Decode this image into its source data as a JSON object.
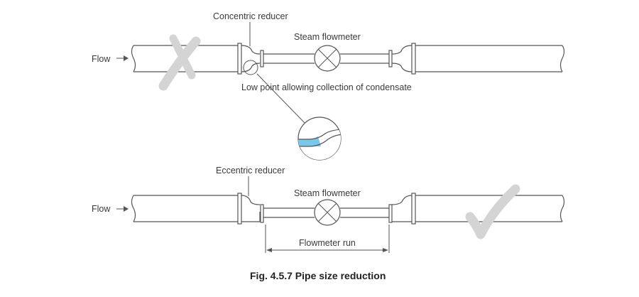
{
  "top_diagram": {
    "flow_label": "Flow",
    "reducer_label": "Concentric reducer",
    "meter_label": "Steam flowmeter",
    "low_point_label": "Low point allowing collection of condensate",
    "verdict_icon": "cross-icon"
  },
  "bottom_diagram": {
    "flow_label": "Flow",
    "reducer_label": "Eccentric reducer",
    "meter_label": "Steam flowmeter",
    "run_label": "Flowmeter run",
    "verdict_icon": "check-icon"
  },
  "caption": "Fig. 4.5.7 Pipe size reduction",
  "colors": {
    "line": "#555555",
    "mark": "#d4d4d4",
    "condensate": "#7cc7e8"
  }
}
